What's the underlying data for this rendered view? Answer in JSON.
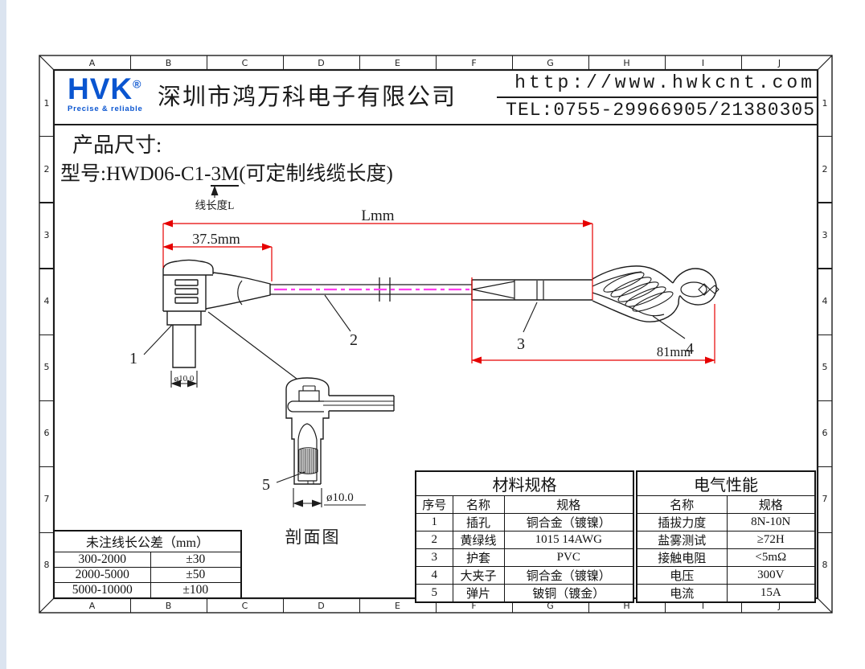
{
  "colors": {
    "brand_blue": "#0a55d0",
    "dimension_red": "#e60000",
    "cable_magenta": "#ff3cf0",
    "line_black": "#1c1c1c",
    "left_strip": "#dbe4f0"
  },
  "frame": {
    "columns": [
      "A",
      "B",
      "C",
      "D",
      "E",
      "F",
      "G",
      "H",
      "I",
      "J"
    ],
    "rows": [
      "1",
      "2",
      "3",
      "4",
      "5",
      "6",
      "7",
      "8"
    ]
  },
  "header": {
    "logo": "HVK",
    "logo_reg": "®",
    "tagline": "Precise & reliable",
    "company": "深圳市鸿万科电子有限公司",
    "website": "http://www.hwkcnt.com",
    "tel": "TEL:0755-29966905/21380305"
  },
  "product": {
    "title": "产品尺寸:",
    "model_prefix": "型号:HWD06-C1-",
    "model_length": "3M",
    "model_suffix": "(可定制线缆长度)"
  },
  "labels": {
    "cable_length": "线长度L",
    "section": "剖面图"
  },
  "dims": {
    "total": "Lmm",
    "plug": "37.5mm",
    "clip": "81mm",
    "plug_dia": "ø10.0",
    "section_dia": "ø10.0"
  },
  "callouts": [
    "1",
    "2",
    "3",
    "4",
    "5"
  ],
  "tolerance_table": {
    "title": "未注线长公差（mm）",
    "rows": [
      [
        "300-2000",
        "±30"
      ],
      [
        "2000-5000",
        "±50"
      ],
      [
        "5000-10000",
        "±100"
      ]
    ]
  },
  "material_table": {
    "title": "材料规格",
    "headers": [
      "序号",
      "名称",
      "规格"
    ],
    "rows": [
      [
        "1",
        "插孔",
        "铜合金（镀镍）"
      ],
      [
        "2",
        "黄绿线",
        "1015  14AWG"
      ],
      [
        "3",
        "护套",
        "PVC"
      ],
      [
        "4",
        "大夹子",
        "铜合金（镀镍）"
      ],
      [
        "5",
        "弹片",
        "铍铜（镀金）"
      ]
    ]
  },
  "electrical_table": {
    "title": "电气性能",
    "headers": [
      "名称",
      "规格"
    ],
    "rows": [
      [
        "插拔力度",
        "8N-10N"
      ],
      [
        "盐雾测试",
        "≥72H"
      ],
      [
        "接触电阻",
        "<5mΩ"
      ],
      [
        "电压",
        "300V"
      ],
      [
        "电流",
        "15A"
      ]
    ]
  }
}
